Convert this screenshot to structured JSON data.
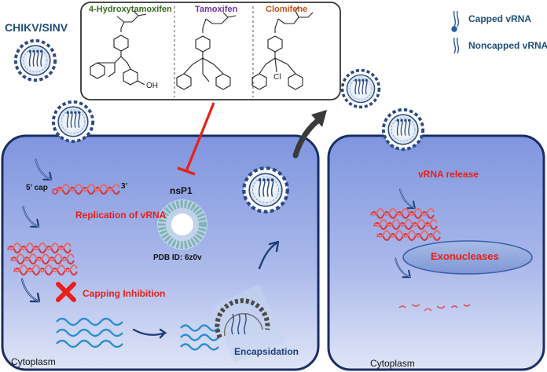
{
  "virus": {
    "label": "CHIKV/SINV"
  },
  "drugs": [
    {
      "name": "4-Hydroxytamoxifen",
      "color": "#3a6b1f",
      "substituent": "OH"
    },
    {
      "name": "Tamoxifen",
      "color": "#7030a0"
    },
    {
      "name": "Clomifene",
      "color": "#c0541a",
      "substituent": "Cl"
    }
  ],
  "legend": {
    "capped": "Capped vRNA",
    "noncapped": "Noncapped vRNA"
  },
  "left_cell": {
    "five_prime": "5’ cap",
    "three_prime": "3’",
    "replication": "Replication of vRNA",
    "target": "nsP1",
    "pdb": "PDB ID: 6z0v",
    "capping": "Capping Inhibition",
    "encapsidation": "Encapsidation",
    "compartment": "Cytoplasm"
  },
  "right_cell": {
    "release": "vRNA release",
    "enzyme": "Exonucleases",
    "compartment": "Cytoplasm"
  },
  "colors": {
    "accent_red": "#e8201a",
    "cell_fill": "#9fb0e6",
    "title_blue": "#1f4e79",
    "rna_red": "#d8353a",
    "rna_blue": "#2a8fd0"
  }
}
